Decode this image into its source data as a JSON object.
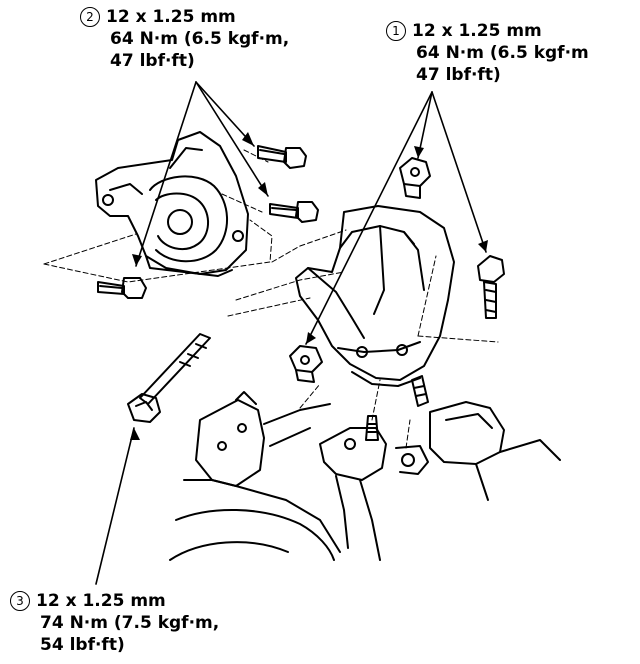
{
  "callouts": [
    {
      "number": "1",
      "size": "12 x 1.25 mm",
      "torque": "64 N·m (6.5 kgf·m",
      "torque2": "47 lbf·ft)"
    },
    {
      "number": "2",
      "size": "12 x 1.25 mm",
      "torque": "64 N·m (6.5 kgf·m,",
      "torque2": "47 lbf·ft)"
    },
    {
      "number": "3",
      "size": "12 x 1.25 mm",
      "torque": "74 N·m (7.5 kgf·m,",
      "torque2": "54 lbf·ft)"
    }
  ],
  "colors": {
    "ink": "#000000",
    "paper": "#ffffff"
  }
}
